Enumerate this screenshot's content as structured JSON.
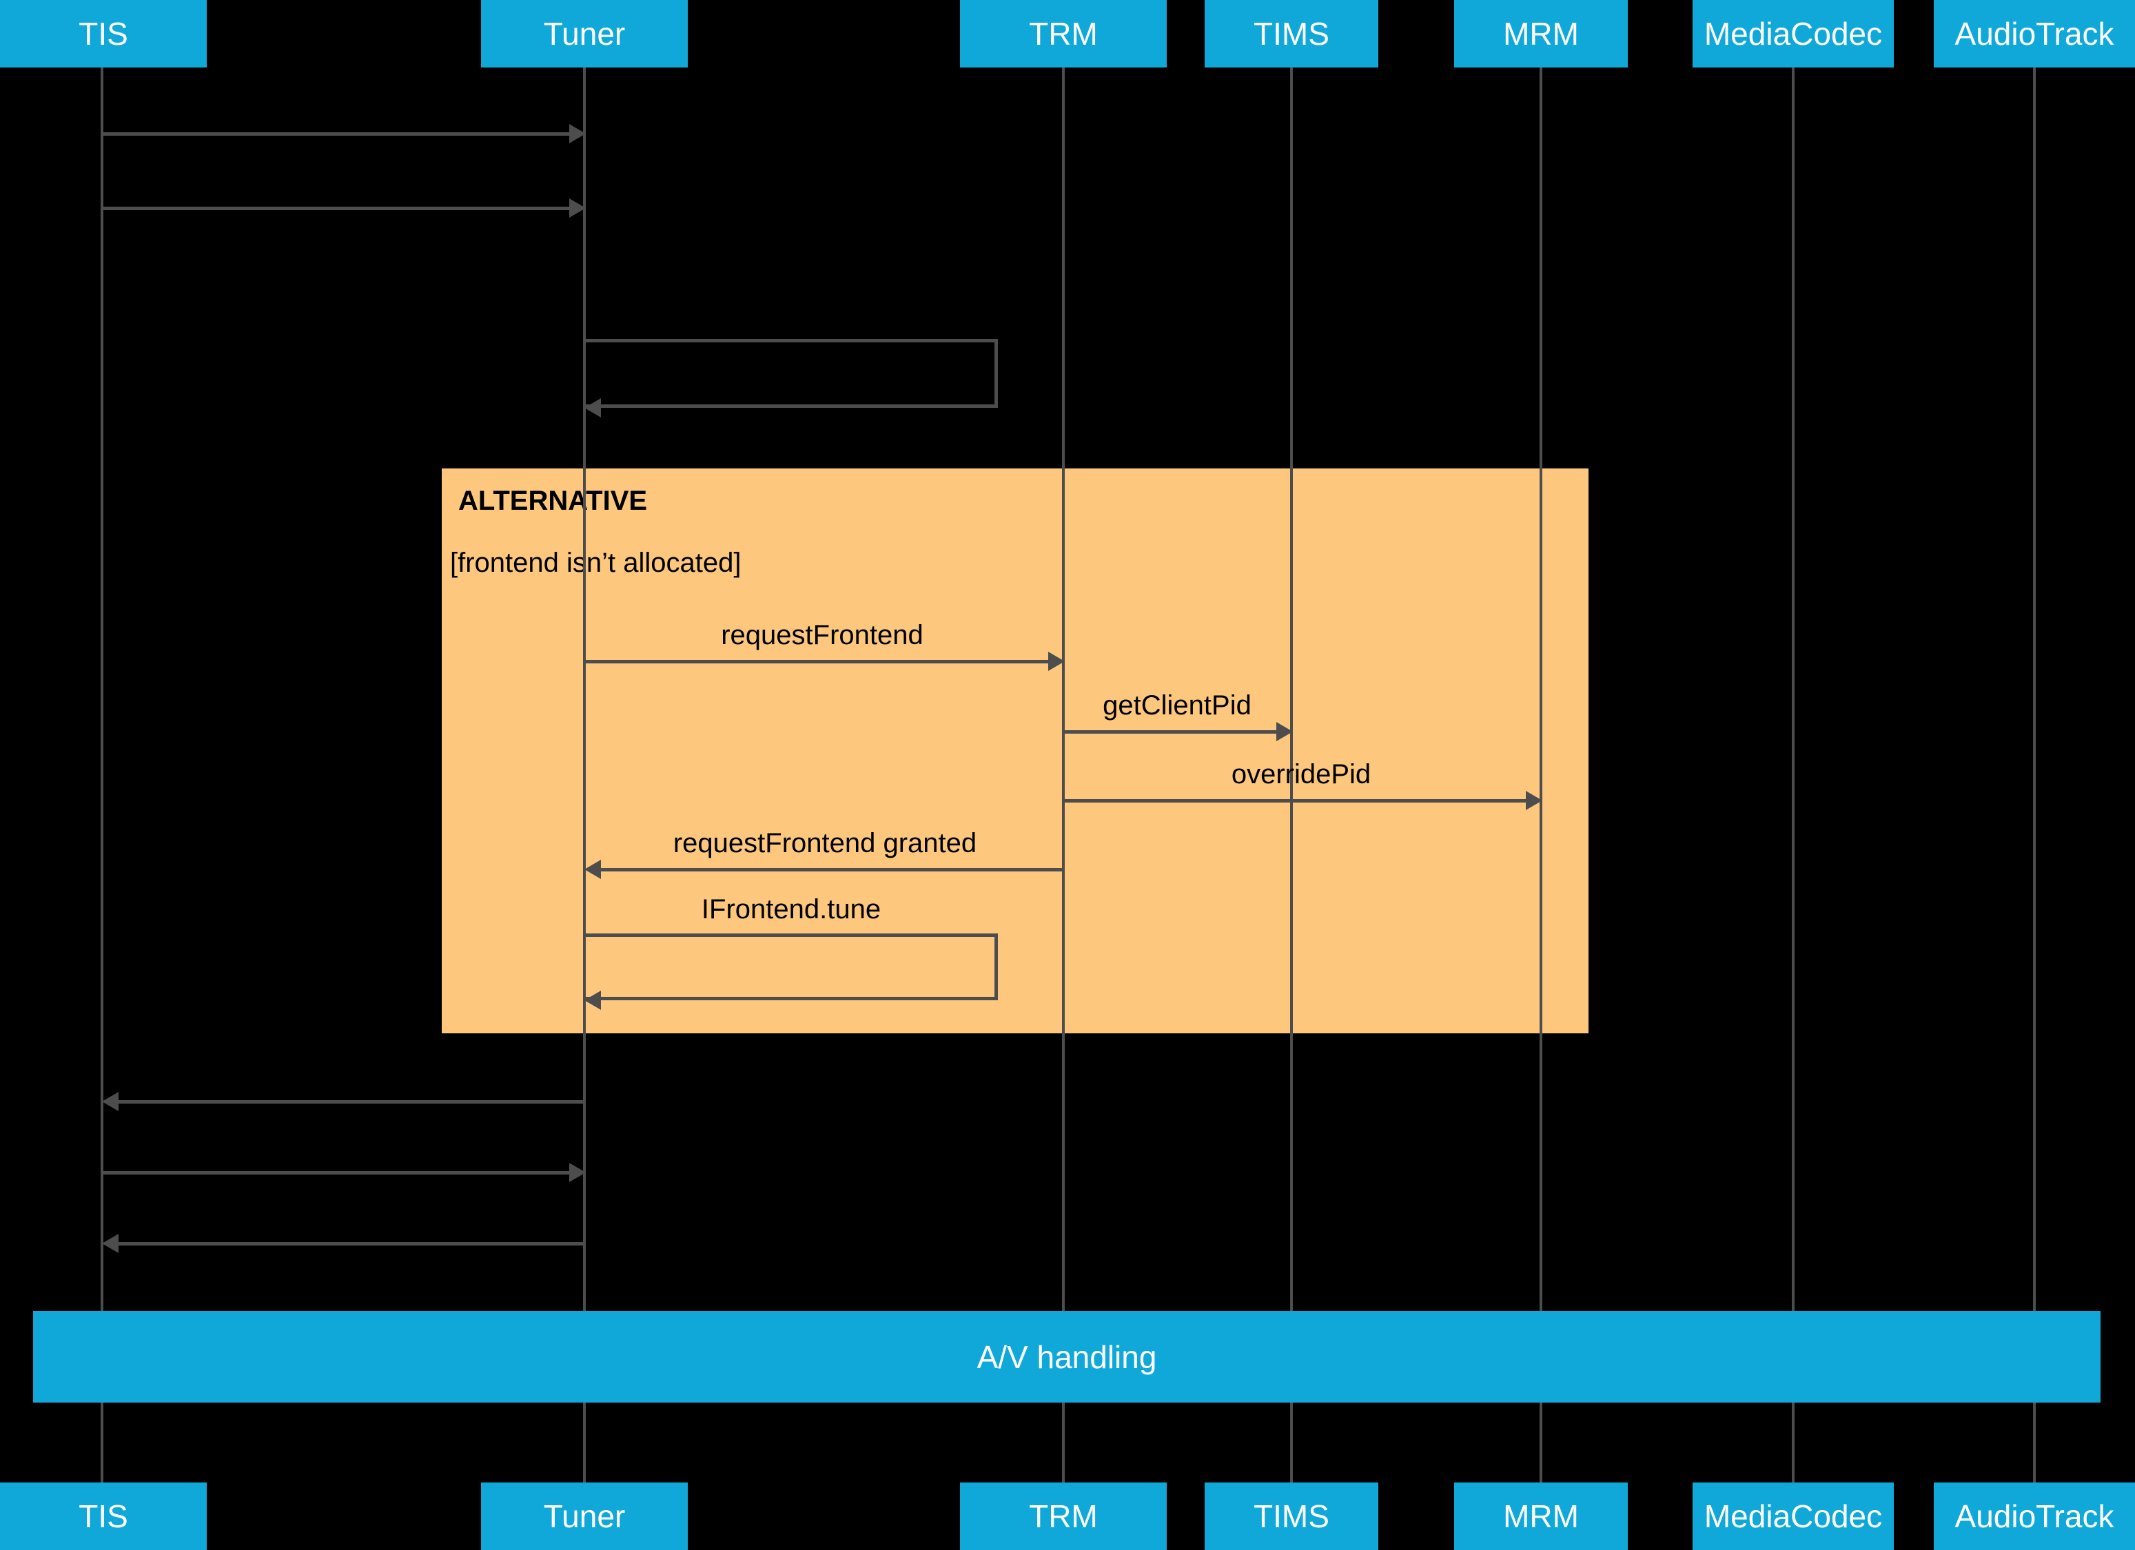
{
  "diagram": {
    "type": "uml-sequence-diagram",
    "background_color": "#000000",
    "participant_color": "#0FA8D8",
    "fragment_color": "#FDC87D",
    "line_color": "#4d4d4d",
    "participants": [
      {
        "id": "tis",
        "label": "TIS"
      },
      {
        "id": "tuner",
        "label": "Tuner"
      },
      {
        "id": "trm",
        "label": "TRM"
      },
      {
        "id": "tims",
        "label": "TIMS"
      },
      {
        "id": "mrm",
        "label": "MRM"
      },
      {
        "id": "mediacodec",
        "label": "MediaCodec"
      },
      {
        "id": "audiotrack",
        "label": "AudioTrack"
      }
    ],
    "fragment": {
      "operator": "ALTERNATIVE",
      "guard": "[frontend isn’t allocated]"
    },
    "messages": [
      {
        "id": "m1",
        "label": "",
        "from": "tis",
        "to": "tuner"
      },
      {
        "id": "m2",
        "label": "",
        "from": "tis",
        "to": "tuner"
      },
      {
        "id": "m3",
        "label": "",
        "from": "tuner",
        "to": "tuner"
      },
      {
        "id": "m4",
        "label": "requestFrontend",
        "from": "tuner",
        "to": "trm"
      },
      {
        "id": "m5",
        "label": "getClientPid",
        "from": "trm",
        "to": "tims"
      },
      {
        "id": "m6",
        "label": "overridePid",
        "from": "trm",
        "to": "mrm"
      },
      {
        "id": "m7",
        "label": "requestFrontend granted",
        "from": "trm",
        "to": "tuner"
      },
      {
        "id": "m8",
        "label": "IFrontend.tune",
        "from": "tuner",
        "to": "tuner"
      },
      {
        "id": "m9",
        "label": "",
        "from": "tuner",
        "to": "tis"
      },
      {
        "id": "m10",
        "label": "",
        "from": "tis",
        "to": "tuner"
      },
      {
        "id": "m11",
        "label": "",
        "from": "tuner",
        "to": "tis"
      }
    ],
    "reference_bar": {
      "label": "A/V handling"
    }
  }
}
